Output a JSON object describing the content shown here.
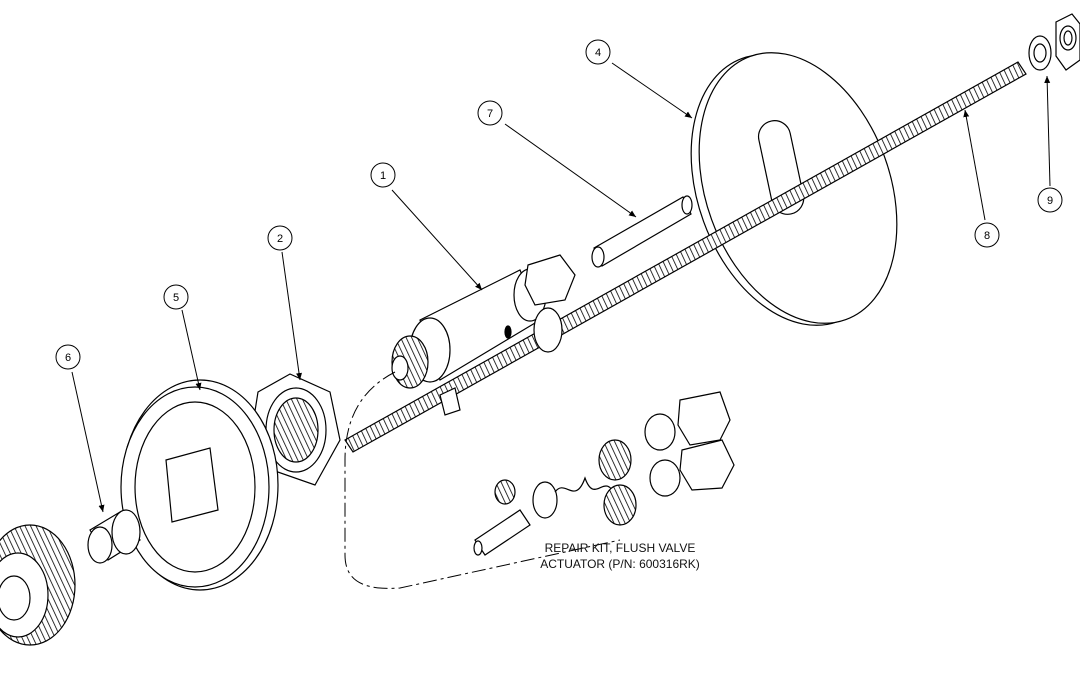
{
  "callouts": [
    {
      "id": "1",
      "label": "1"
    },
    {
      "id": "2",
      "label": "2"
    },
    {
      "id": "4",
      "label": "4"
    },
    {
      "id": "5",
      "label": "5"
    },
    {
      "id": "6",
      "label": "6"
    },
    {
      "id": "7",
      "label": "7"
    },
    {
      "id": "8",
      "label": "8"
    },
    {
      "id": "9",
      "label": "9"
    }
  ],
  "repair_kit_note": {
    "line1": "REPAIR KIT, FLUSH VALVE",
    "line2": "ACTUATOR (P/N: 600316RK)"
  },
  "colors": {
    "ink": "#000000",
    "paper": "#ffffff"
  }
}
